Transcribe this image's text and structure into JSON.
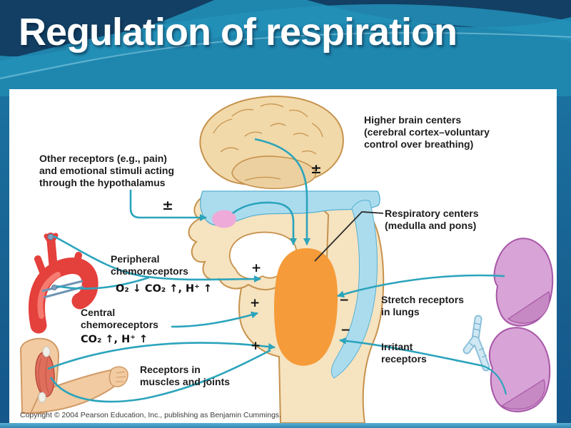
{
  "slide": {
    "title": "Regulation of respiration",
    "copyright": "Copyright © 2004 Pearson Education, Inc., publishing as Benjamin Cummings."
  },
  "diagram": {
    "labels": {
      "higher_brain": {
        "l1": "Higher brain centers",
        "l2": "(cerebral cortex–voluntary",
        "l3": "control over breathing)"
      },
      "other_receptors": {
        "l1": "Other receptors (e.g., pain)",
        "l2": "and emotional stimuli acting",
        "l3": "through the hypothalamus"
      },
      "respiratory_centers": {
        "l1": "Respiratory centers",
        "l2": "(medulla and pons)"
      },
      "peripheral_chemoreceptors": {
        "l1": "Peripheral",
        "l2": "chemoreceptors",
        "chemistry": "O₂ ↓  CO₂ ↑, H⁺ ↑"
      },
      "central_chemoreceptors": {
        "l1": "Central",
        "l2": "chemoreceptors",
        "chemistry": "CO₂ ↑, H⁺ ↑"
      },
      "stretch_receptors": {
        "l1": "Stretch receptors",
        "l2": "in lungs"
      },
      "irritant_receptors": {
        "l1": "Irritant",
        "l2": "receptors"
      },
      "muscle_joint_receptors": {
        "l1": "Receptors in",
        "l2": "muscles and joints"
      }
    },
    "signs": {
      "plus_minus": "±",
      "plus": "+",
      "minus": "−"
    },
    "colors": {
      "arrow_teal": "#2ba4bc",
      "brain_tan": "#f1d9a9",
      "brainstem_tan": "#f6e3c0",
      "csf_blue": "#abdcee",
      "hypothalamus_pink": "#eeaad8",
      "respiratory_center_orange": "#f59b39",
      "aorta_red": "#e4403c",
      "lung_purple": "#d8a3d6",
      "skin": "#f2cba2"
    }
  }
}
